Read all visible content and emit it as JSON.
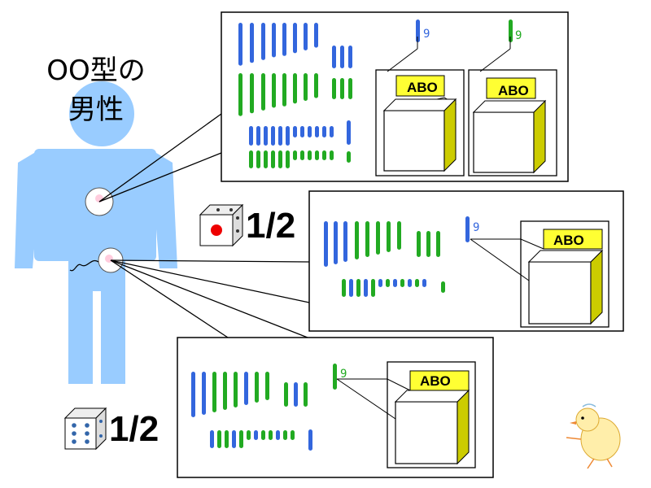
{
  "title": {
    "line1": "OO型の",
    "line2": "男性"
  },
  "colors": {
    "body": "#99ccff",
    "blue_chromosome": "#3366dd",
    "green_chromosome": "#22aa22",
    "box_yellow": "#ffff33",
    "box_side": "#cccc00",
    "dot_red": "#ee0000"
  },
  "panels": [
    {
      "id": "somatic-cell",
      "chr9_labels": [
        "9",
        "9"
      ],
      "gene_labels": [
        "ABO",
        "ABO"
      ]
    },
    {
      "id": "sperm-1",
      "chr9_label": "9",
      "gene_label": "ABO",
      "probability": "1/2",
      "die_face": 1
    },
    {
      "id": "sperm-2",
      "chr9_label": "9",
      "gene_label": "ABO",
      "probability": "1/2",
      "die_face": 6
    }
  ],
  "icons": [
    "die-one-icon",
    "die-six-icon",
    "chick-icon",
    "body-silhouette-icon"
  ]
}
